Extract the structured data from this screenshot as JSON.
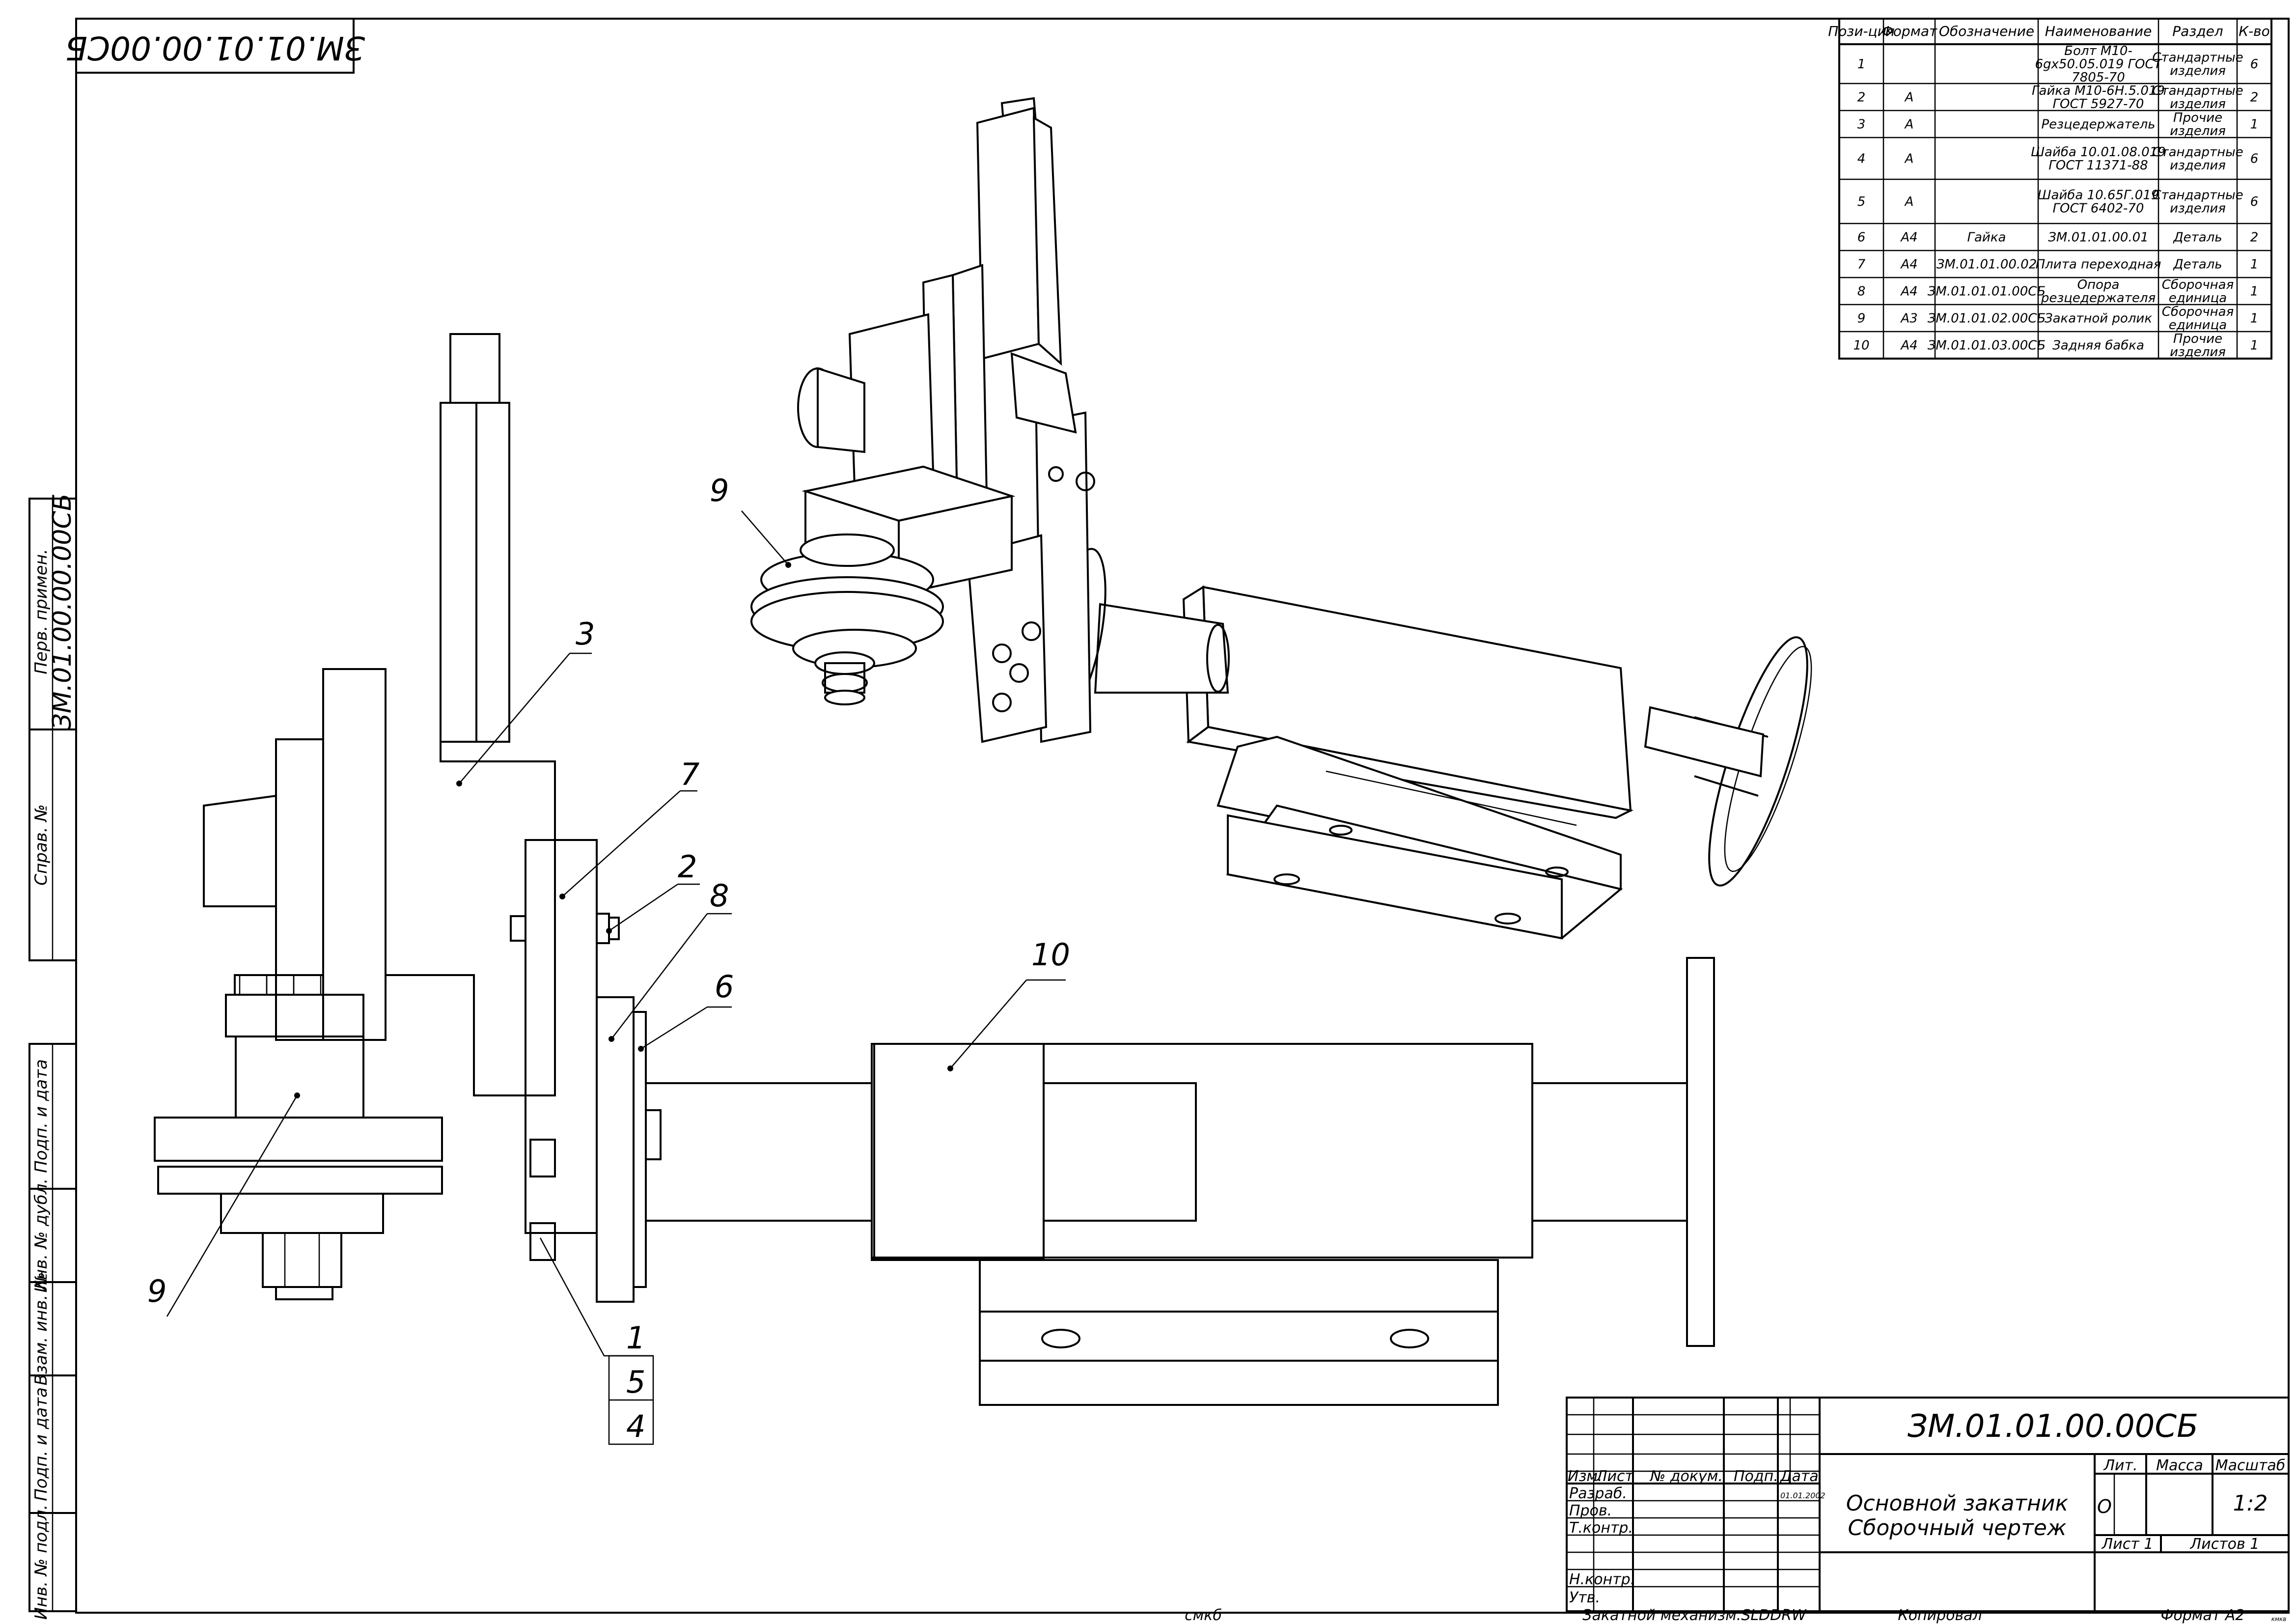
{
  "drawing_number_mirrored": "ЗМ.01.01.00.00СБ",
  "side_strip": {
    "perv_primen_label": "Перв. примен.",
    "perv_primen_value": "ЗМ.01.00.00.00СБ",
    "sprav_label": "Справ. №",
    "podp_data_1": "Подп. и дата",
    "inv_dubl": "Инв. № дубл.",
    "vzam_inv": "Взам. инв. №",
    "podp_data_2": "Подп. и дата",
    "inv_podl": "Инв. № подл."
  },
  "bom": {
    "headers": [
      "Пози-ция",
      "Формат",
      "Обозначение",
      "Наименование",
      "Раздел",
      "К-во"
    ],
    "rows": [
      {
        "pos": "1",
        "fmt": "",
        "des": "",
        "name": [
          "Болт М10-",
          "6gx50.05.019 ГОСТ",
          "7805-70"
        ],
        "section": [
          "Стандартные",
          "изделия"
        ],
        "qty": "6"
      },
      {
        "pos": "2",
        "fmt": "А",
        "des": "",
        "name": [
          "Гайка М10-6Н.5.019",
          "ГОСТ 5927-70"
        ],
        "section": [
          "Стандартные",
          "изделия"
        ],
        "qty": "2"
      },
      {
        "pos": "3",
        "fmt": "А",
        "des": "",
        "name": [
          "Резцедержатель"
        ],
        "section": [
          "Прочие",
          "изделия"
        ],
        "qty": "1"
      },
      {
        "pos": "4",
        "fmt": "А",
        "des": "",
        "name": [
          "Шайба 10.01.08.019",
          "ГОСТ 11371-88"
        ],
        "section": [
          "Стандартные",
          "изделия"
        ],
        "qty": "6"
      },
      {
        "pos": "5",
        "fmt": "А",
        "des": "",
        "name": [
          "Шайба 10.65Г.019",
          "ГОСТ 6402-70"
        ],
        "section": [
          "Стандартные",
          "изделия"
        ],
        "qty": "6"
      },
      {
        "pos": "6",
        "fmt": "А4",
        "des": "Гайка",
        "name": [
          "ЗМ.01.01.00.01"
        ],
        "section": [
          "Деталь"
        ],
        "qty": "2"
      },
      {
        "pos": "7",
        "fmt": "А4",
        "des": "ЗМ.01.01.00.02",
        "name": [
          "Плита переходная"
        ],
        "section": [
          "Деталь"
        ],
        "qty": "1"
      },
      {
        "pos": "8",
        "fmt": "А4",
        "des": "ЗМ.01.01.01.00СБ",
        "name": [
          "Опора",
          "резцедержателя"
        ],
        "section": [
          "Сборочная",
          "единица"
        ],
        "qty": "1"
      },
      {
        "pos": "9",
        "fmt": "А3",
        "des": "ЗМ.01.01.02.00СБ",
        "name": [
          "Закатной ролик"
        ],
        "section": [
          "Сборочная",
          "единица"
        ],
        "qty": "1"
      },
      {
        "pos": "10",
        "fmt": "А4",
        "des": "ЗМ.01.01.03.00СБ",
        "name": [
          "Задняя бабка"
        ],
        "section": [
          "Прочие",
          "изделия"
        ],
        "qty": "1"
      }
    ]
  },
  "callouts": {
    "c3": "3",
    "c7": "7",
    "c2": "2",
    "c8": "8",
    "c6": "6",
    "c9_left": "9",
    "c9_top": "9",
    "c10": "10",
    "c1": "1",
    "c5": "5",
    "c4": "4"
  },
  "title_block": {
    "designation": "ЗМ.01.01.00.00СБ",
    "name_line1": "Основной закатник",
    "name_line2": "Сборочный чертеж",
    "col_izm": "Изм.",
    "col_list": "Лист",
    "col_ndokum": "№ докум.",
    "col_podp": "Подп.",
    "col_data": "Дата",
    "date_value": "01.01.2002",
    "razrab": "Разраб.",
    "prov": "Пров.",
    "tkontr": "Т.контр.",
    "nkontr": "Н.контр.",
    "utv": "Утв.",
    "lit_label": "Лит.",
    "massa_label": "Масса",
    "masshtab_label": "Масштаб",
    "lit_value": "О",
    "scale_value": "1:2",
    "sheet": "Лист 1",
    "sheets": "Листов 1"
  },
  "footer": {
    "smkb": "смкб",
    "filename": "Закатной механизм.SLDDRW",
    "kopiroval": "Копировал",
    "format": "Формат А2",
    "tiny_mark": "кмкв"
  }
}
